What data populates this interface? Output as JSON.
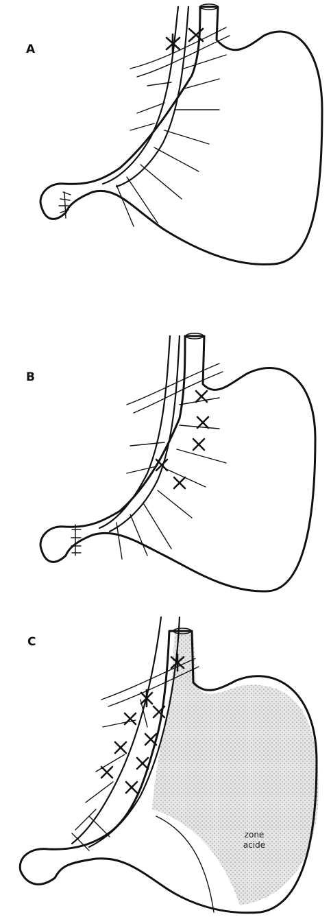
{
  "panels": [
    {
      "label": "A"
    },
    {
      "label": "B"
    },
    {
      "label": "C",
      "zone_label_line1": "zone",
      "zone_label_line2": "acide"
    }
  ]
}
